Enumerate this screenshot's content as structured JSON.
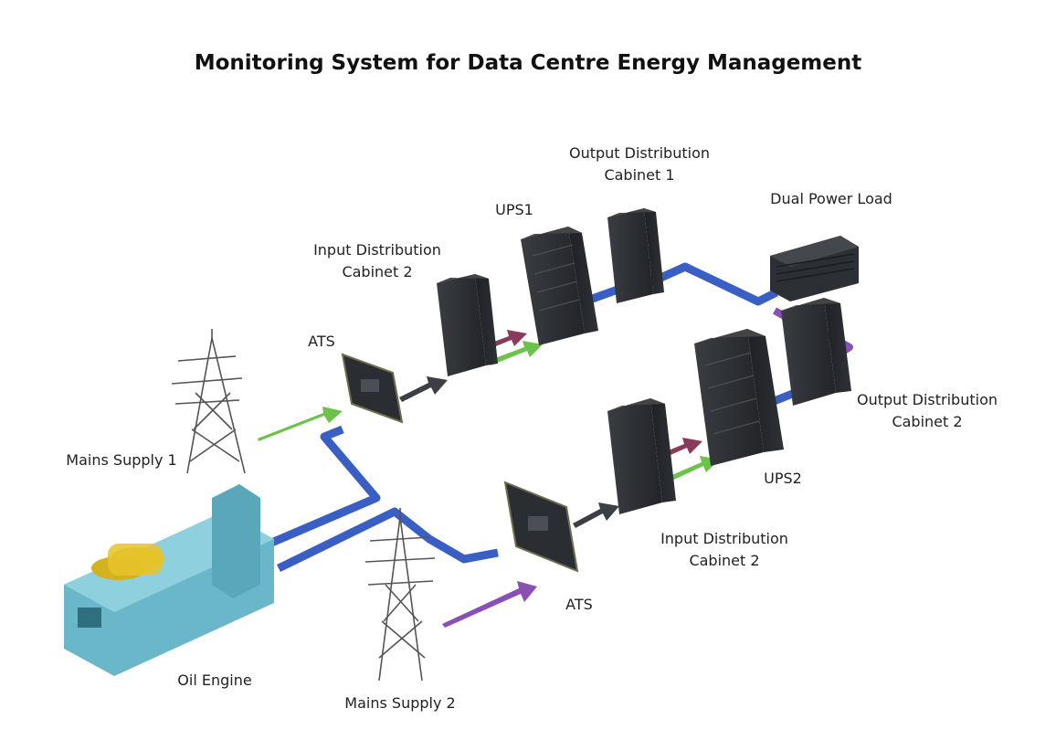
{
  "title": "Monitoring System for Data Centre Energy Management",
  "labels": {
    "output_distribution_cabinet_1": [
      "Output Distribution",
      "Cabinet 1"
    ],
    "ups1": "UPS1",
    "dual_power_load": "Dual Power Load",
    "input_distribution_cabinet_top": [
      "Input Distribution",
      "Cabinet 2"
    ],
    "ats_top": "ATS",
    "mains_supply_1": "Mains Supply 1",
    "output_distribution_cabinet_2": [
      "Output Distribution",
      "Cabinet 2"
    ],
    "ups2": "UPS2",
    "input_distribution_cabinet_bottom": [
      "Input Distribution",
      "Cabinet 2"
    ],
    "ats_bottom": "ATS",
    "oil_engine": "Oil Engine",
    "mains_supply_2": "Mains Supply 2"
  },
  "colors": {
    "blue_line": "#3a5fc4",
    "green_arrow": "#6cc24a",
    "purple_arrow": "#8a4fb5",
    "maroon_arrow": "#8a3a5a",
    "dark_arrow": "#3c3f44",
    "cabinet": "#2c2f33",
    "engine": "#6ab7c9",
    "engine_tank": "#e6c32b"
  }
}
